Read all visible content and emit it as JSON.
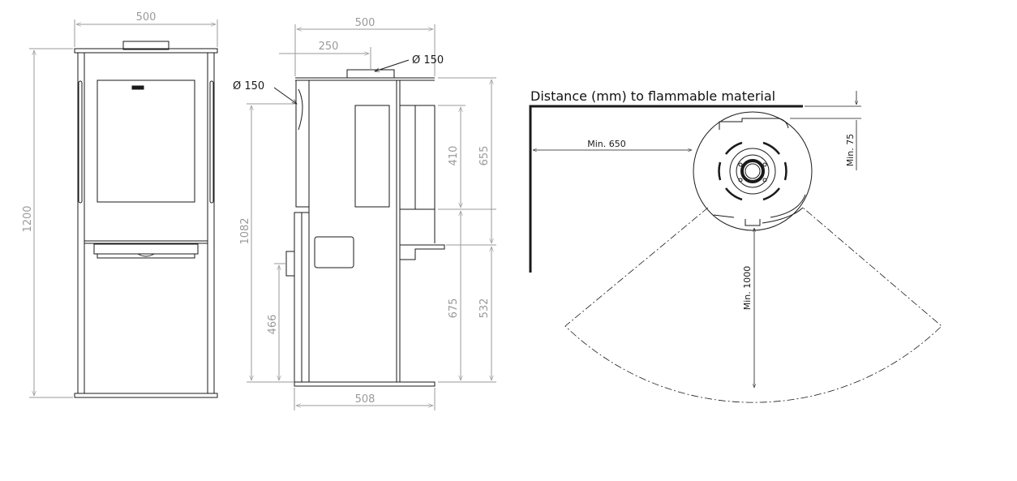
{
  "drawing": {
    "title": "Distance (mm) to flammable material",
    "front_view": {
      "width_label": "500",
      "height_label": "1200"
    },
    "side_view": {
      "depth_label": "500",
      "flue_offset_label": "250",
      "top_flue_label": "Ø 150",
      "rear_flue_label": "Ø 150",
      "height_1082": "1082",
      "height_466": "466",
      "dim_410": "410",
      "dim_655": "655",
      "dim_675": "675",
      "dim_532": "532",
      "base_width": "508"
    },
    "clearance_view": {
      "side_clearance": "Min. 650",
      "rear_clearance": "Min. 75",
      "front_clearance": "Min. 1000"
    }
  },
  "colors": {
    "line": "#1a1a1a",
    "dim_line": "#9a9a9a",
    "background": "#ffffff"
  }
}
